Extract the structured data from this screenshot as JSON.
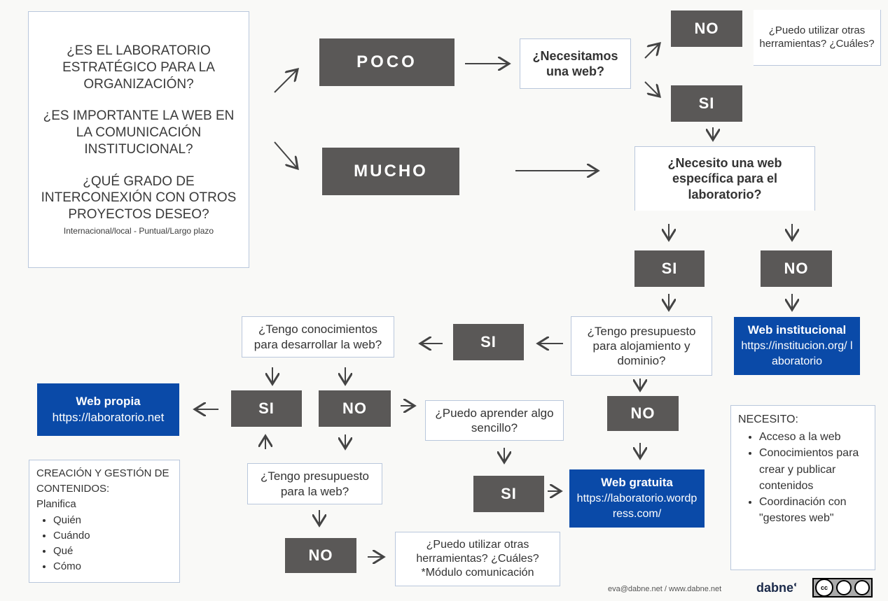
{
  "intro": {
    "q1": "¿ES EL LABORATORIO ESTRATÉGICO PARA LA ORGANIZACIÓN?",
    "q2": "¿ES IMPORTANTE LA WEB EN LA COMUNICACIÓN INSTITUCIONAL?",
    "q3": "¿QUÉ GRADO DE INTERCONEXIÓN CON OTROS PROYECTOS DESEO?",
    "note": "Internacional/local - Puntual/Largo plazo"
  },
  "labels": {
    "poco": "POCO",
    "mucho": "MUCHO",
    "si": "SI",
    "no": "NO"
  },
  "questions": {
    "need_web": "¿Necesitamos una web?",
    "other_tools_top": "¿Puedo utilizar otras herramientas? ¿Cuáles?",
    "specific_web": "¿Necesito una web específica para el laboratorio?",
    "budget_hosting": "¿Tengo presupuesto para alojamiento y dominio?",
    "knowledge": "¿Tengo conocimientos para desarrollar la web?",
    "learn": "¿Puedo aprender algo sencillo?",
    "budget_web": "¿Tengo presupuesto para la web?",
    "other_tools_bottom": "¿Puedo utilizar otras herramientas? ¿Cuáles?",
    "other_tools_bottom_note": "*Módulo comunicación"
  },
  "results": {
    "institucional_title": "Web institucional",
    "institucional_url": "https://institucion.org/ laboratorio",
    "propia_title": "Web propia",
    "propia_url": "https://laboratorio.net",
    "gratuita_title": "Web gratuita",
    "gratuita_url": "https://laboratorio.wordpress.com/"
  },
  "creacion": {
    "title": "CREACIÓN Y GESTIÓN DE CONTENIDOS:",
    "sub": "Planifica",
    "items": [
      "Quién",
      "Cuándo",
      "Qué",
      "Cómo"
    ]
  },
  "necesito": {
    "title": "NECESITO:",
    "items": [
      "Acceso a la web",
      "Conocimientos para crear y publicar contenidos",
      "Coordinación con \"gestores web\""
    ]
  },
  "footer": {
    "contact": "eva@dabne.net / www.dabne.net",
    "brand": "dabne"
  },
  "colors": {
    "dark_box": "#5a5857",
    "blue_box": "#0a4aa8",
    "border": "#b9c7dc"
  }
}
